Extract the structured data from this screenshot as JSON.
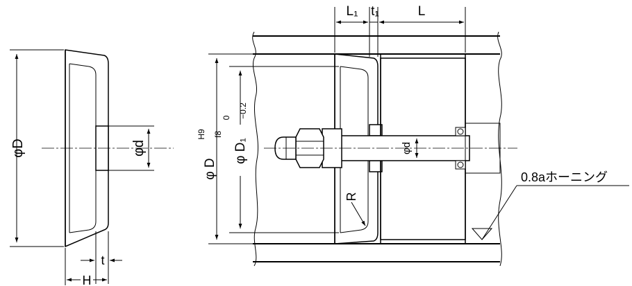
{
  "labels": {
    "left_phi_D": "φD",
    "left_phi_d": "φd",
    "left_t": "t",
    "left_H": "H",
    "L1": "L₁",
    "t1": "t₁",
    "L": "L",
    "right_phi_D": "φ D",
    "tol_H9": "H9",
    "tol_f8": "f8",
    "right_phi_D1": "φ D₁",
    "tol_upper": "0",
    "tol_lower": "−0.2",
    "right_phi_d": "φd",
    "R": "R",
    "honing": "0.8aホーニング"
  },
  "colors": {
    "line": "#000000",
    "background": "#ffffff"
  }
}
